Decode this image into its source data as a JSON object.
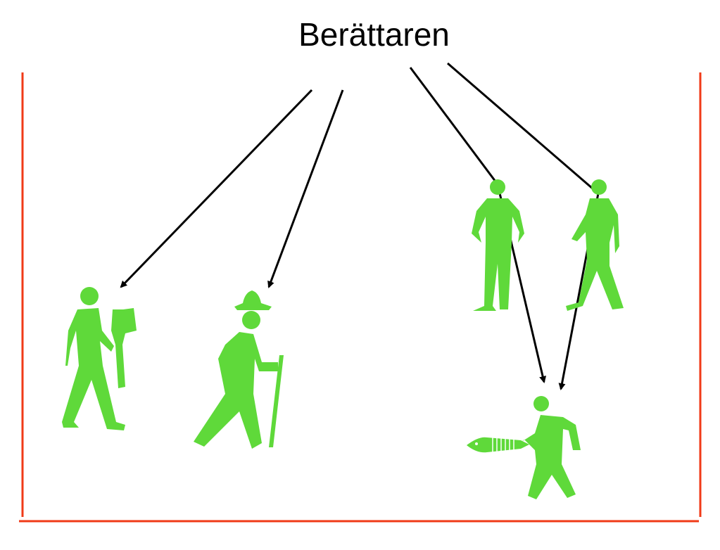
{
  "title": "Berättaren",
  "colors": {
    "figure": "#5fd93a",
    "frame": "#f03a17",
    "arrow": "#000000"
  },
  "figures": [
    {
      "name": "man-with-axe"
    },
    {
      "name": "hiker-with-hat-and-stick"
    },
    {
      "name": "standing-man"
    },
    {
      "name": "walking-man"
    },
    {
      "name": "man-carrying-fish-skeleton"
    }
  ]
}
